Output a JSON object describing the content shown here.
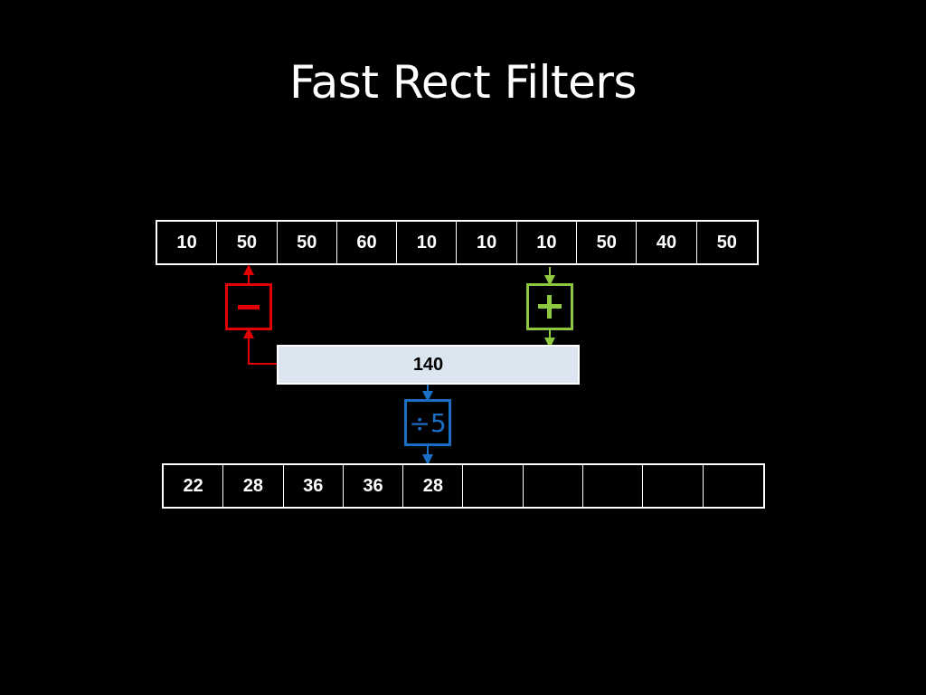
{
  "slide": {
    "title": "Fast Rect Filters"
  },
  "input_row": [
    "10",
    "50",
    "50",
    "60",
    "10",
    "10",
    "10",
    "50",
    "40",
    "50"
  ],
  "output_row": [
    "22",
    "28",
    "36",
    "36",
    "28",
    "",
    "",
    "",
    "",
    ""
  ],
  "sum_value": "140",
  "operators": {
    "subtract_icon": "minus-icon",
    "add_icon": "plus-icon",
    "divide_label": "÷5"
  },
  "colors": {
    "background": "#000000",
    "subtract": "#e30000",
    "add": "#8dc63f",
    "divide": "#1a6fc4",
    "sum_fill": "#dce6f0"
  }
}
